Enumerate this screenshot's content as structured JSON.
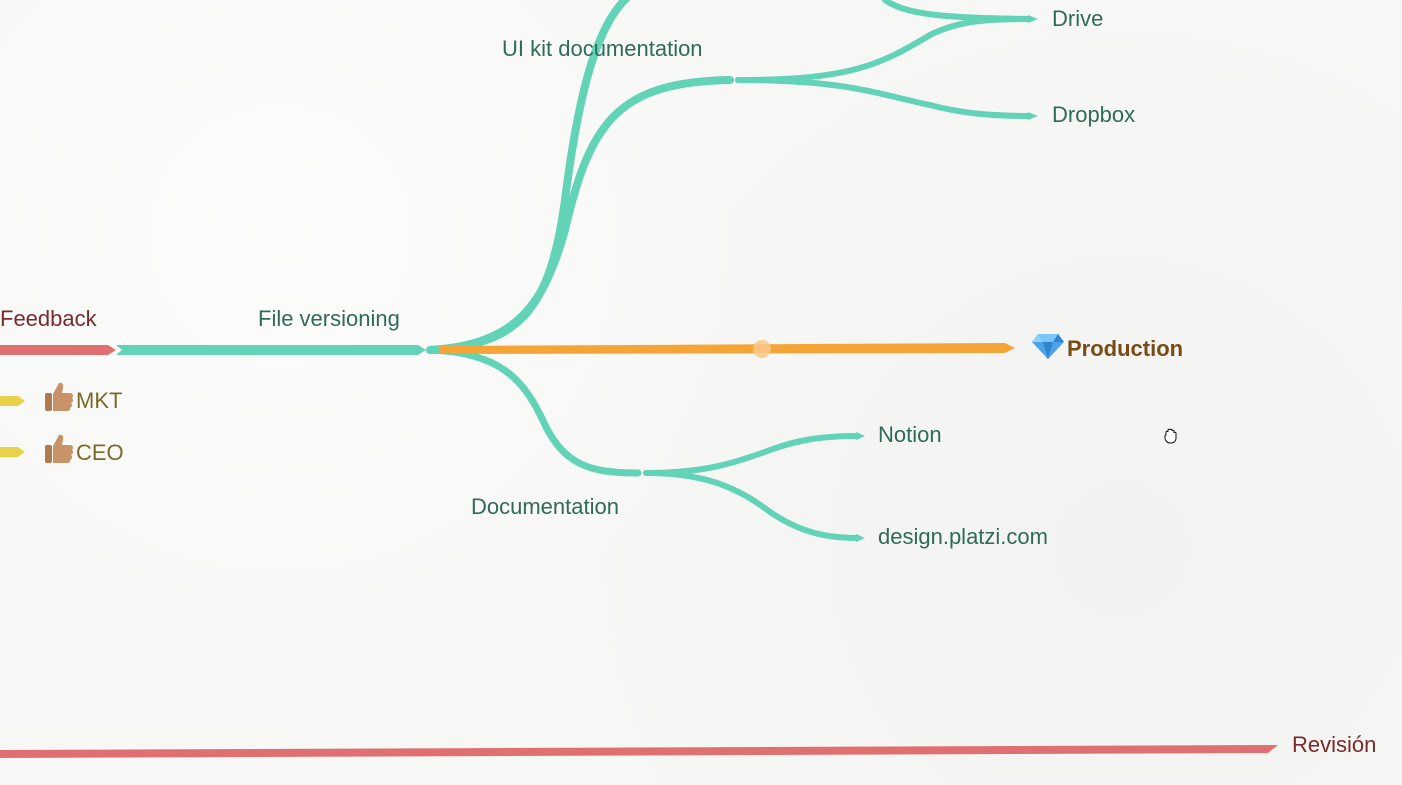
{
  "nodes": {
    "feedback": "Feedback",
    "file_versioning": "File versioning",
    "ui_kit_documentation": "UI kit documentation",
    "drive": "Drive",
    "dropbox": "Dropbox",
    "production": "Production",
    "documentation": "Documentation",
    "notion": "Notion",
    "design_platzi": "design.platzi.com",
    "mkt": "MKT",
    "ceo": "CEO",
    "revision": "Revisión"
  },
  "icons": {
    "production": "gem-icon",
    "mkt": "thumbs-up-icon",
    "ceo": "thumbs-up-icon",
    "cursor": "grab-hand-cursor-icon"
  },
  "colors": {
    "teal_branch": "#62d3b7",
    "red_branch": "#e07070",
    "orange_branch": "#f5a436",
    "yellow_branch": "#e9d24a",
    "background": "#f7f7f6"
  }
}
